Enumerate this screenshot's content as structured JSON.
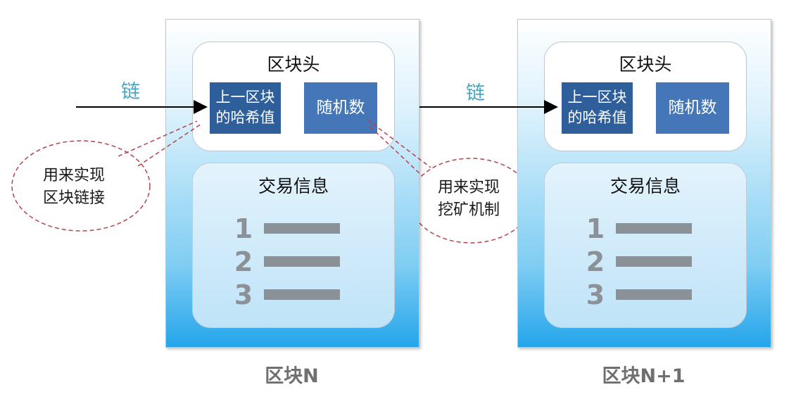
{
  "blocks": [
    {
      "header_title": "区块头",
      "prev_hash_line1": "上一区块",
      "prev_hash_line2": "的哈希值",
      "nonce": "随机数",
      "tx_title": "交易信息",
      "tx_items": [
        "1",
        "2",
        "3"
      ],
      "label": "区块N"
    },
    {
      "header_title": "区块头",
      "prev_hash_line1": "上一区块",
      "prev_hash_line2": "的哈希值",
      "nonce": "随机数",
      "tx_title": "交易信息",
      "tx_items": [
        "1",
        "2",
        "3"
      ],
      "label": "区块N+1"
    }
  ],
  "chain_links": [
    "链",
    "链"
  ],
  "annotations": [
    {
      "line1": "用来实现",
      "line2": "区块链接"
    },
    {
      "line1": "用来实现",
      "line2": "挖矿机制"
    }
  ],
  "colors": {
    "prev_hash_fill": "#2f5f9a",
    "nonce_fill": "#4476b8",
    "chain_label": "#4aa4bf",
    "annotation_dash": "#b5424c",
    "block_gradient_bottom": "#24a5eb"
  }
}
